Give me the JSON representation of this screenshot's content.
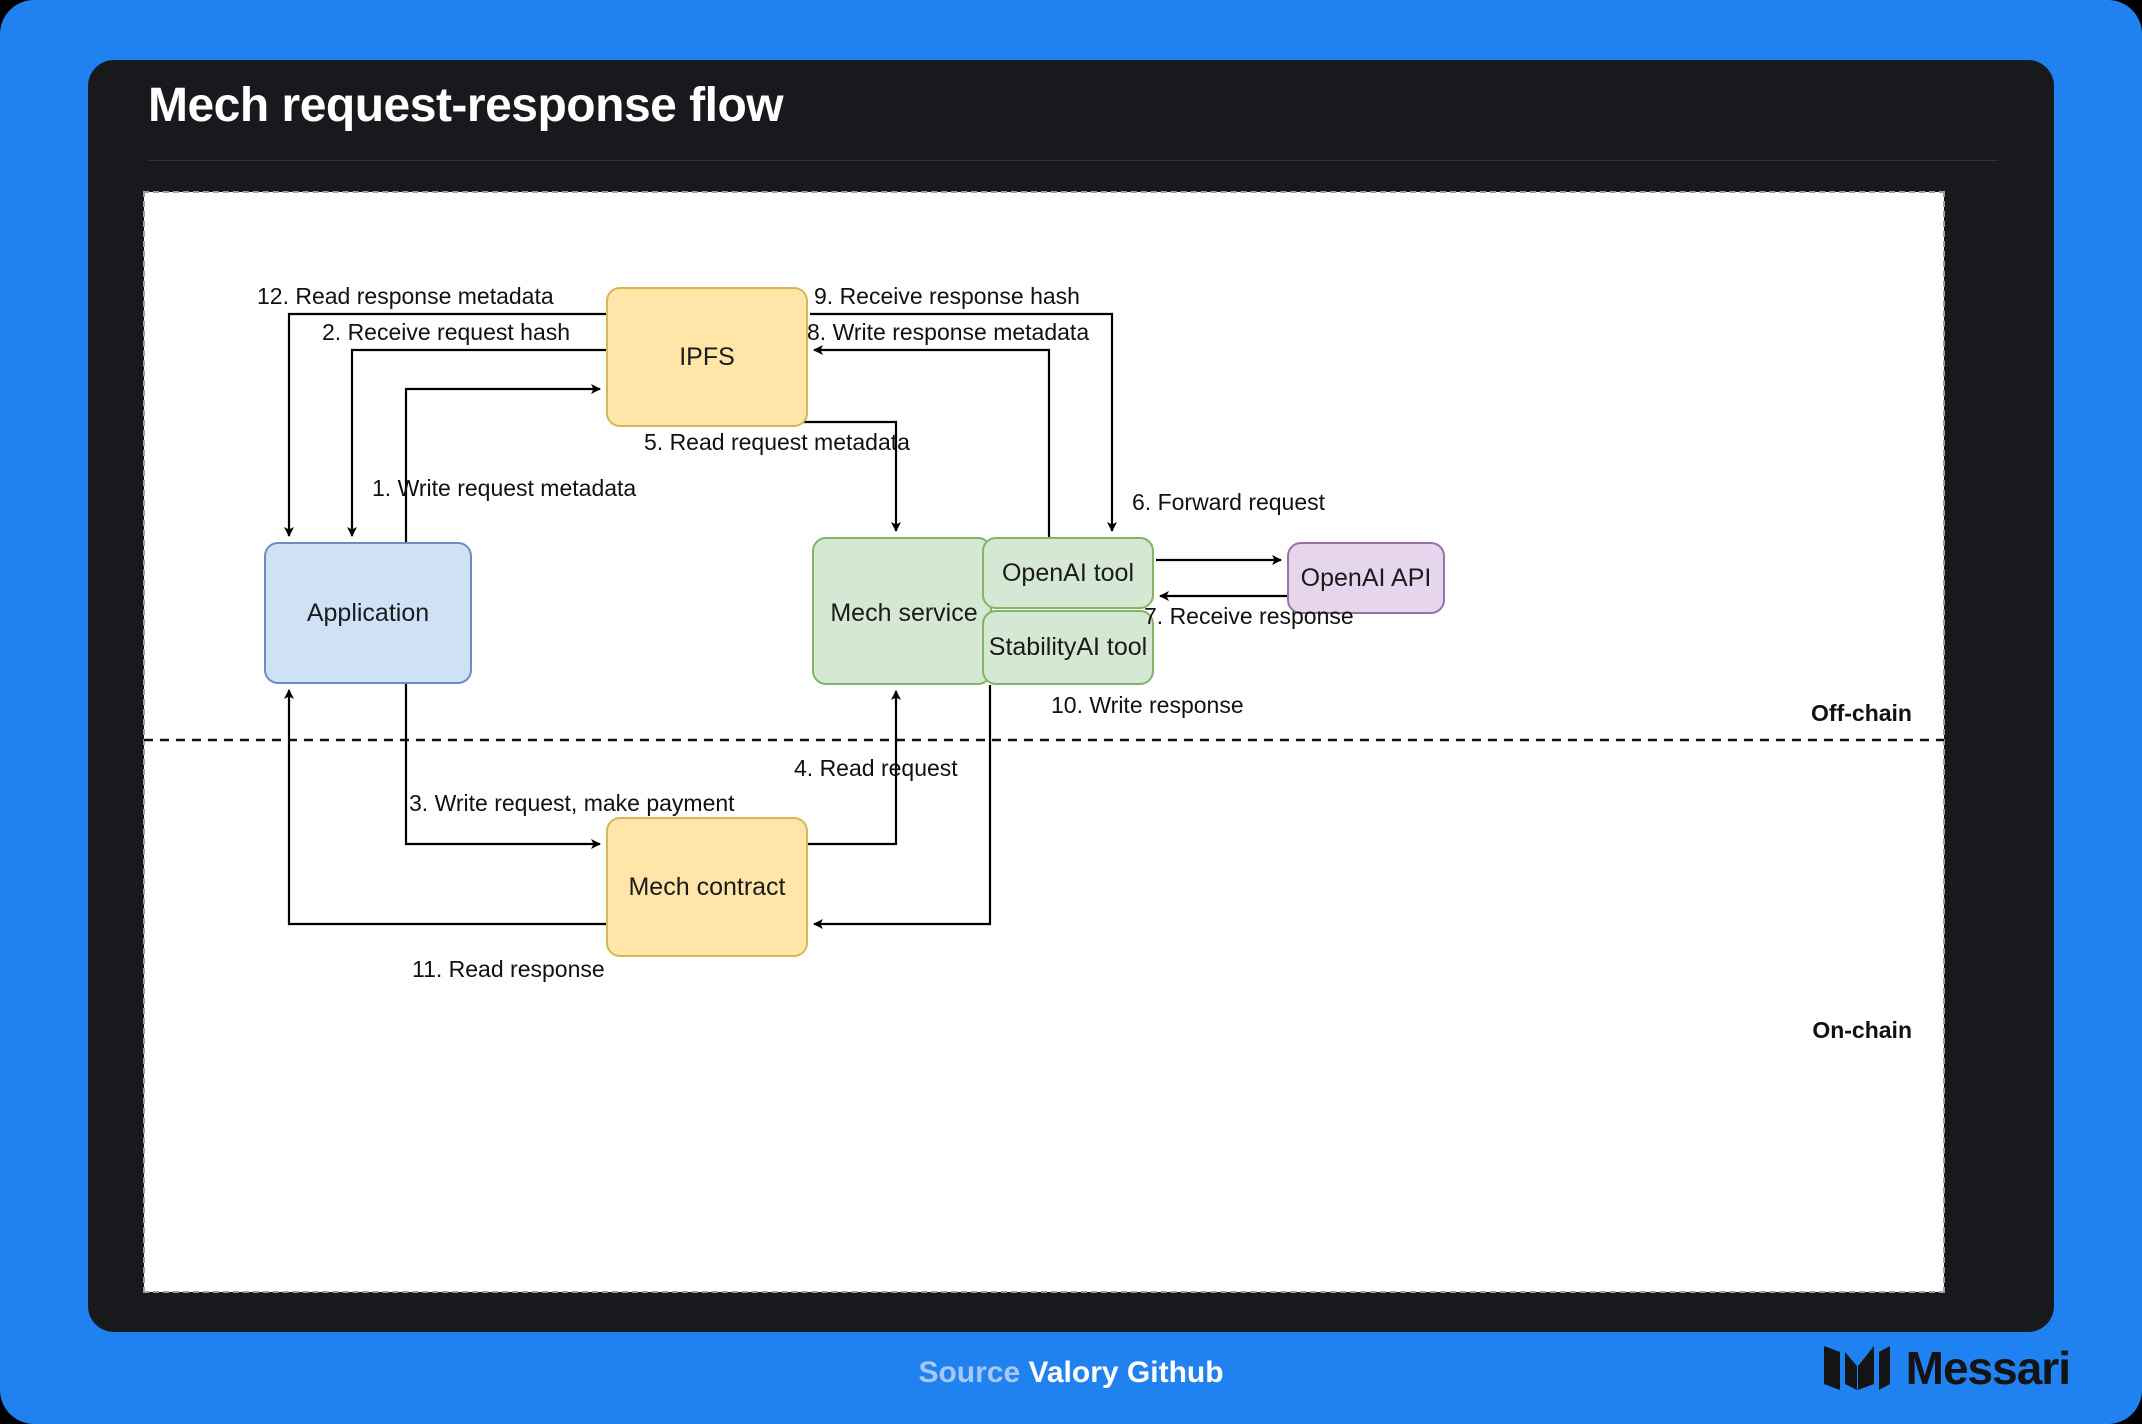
{
  "card": {
    "title": "Mech request-response flow"
  },
  "diagram": {
    "nodes": {
      "ipfs": "IPFS",
      "application": "Application",
      "mech_service": "Mech service",
      "openai_tool": "OpenAI tool",
      "stability_tool": "StabilityAI tool",
      "openai_api": "OpenAI API",
      "mech_contract": "Mech contract"
    },
    "edges": {
      "e1": "1. Write request metadata",
      "e2": "2. Receive request hash",
      "e3": "3. Write request, make payment",
      "e4": "4. Read request",
      "e5": "5. Read request metadata",
      "e6": "6. Forward request",
      "e7": "7. Receive response",
      "e8": "8. Write response metadata",
      "e9": "9. Receive response hash",
      "e10": "10. Write response",
      "e11": "11. Read response",
      "e12": "12. Read response metadata"
    },
    "zones": {
      "offchain": "Off-chain",
      "onchain": "On-chain"
    },
    "colors": {
      "background_blue": "#2081f0",
      "card_dark": "#17191d",
      "canvas_white": "#ffffff",
      "yellow_fill": "#ffe6a8",
      "yellow_stroke": "#d6b656",
      "blue_fill": "#cfe1f7",
      "blue_stroke": "#6c8ebf",
      "green_fill": "#d5e8d4",
      "green_stroke": "#82b366",
      "purple_fill": "#e6d5ec",
      "purple_stroke": "#9673a6",
      "edge_stroke": "#000000"
    }
  },
  "footer": {
    "source_word": "Source",
    "source_name": "Valory Github",
    "brand": "Messari"
  }
}
